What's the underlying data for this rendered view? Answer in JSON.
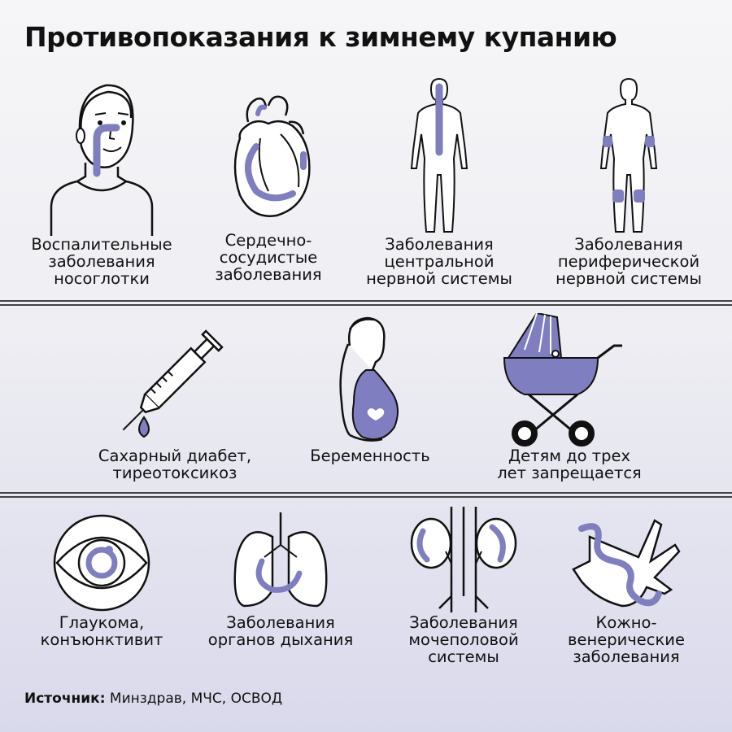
{
  "title": "Противопоказания к зимнему купанию",
  "accent_color": "#7e7ec0",
  "rows": [
    [
      {
        "icon": "face-nasopharynx-icon",
        "label": "Воспалительные\nзаболевания\nносоглотки"
      },
      {
        "icon": "heart-icon",
        "label": "Сердечно-\nсосудистые\nзаболевания"
      },
      {
        "icon": "body-spine-icon",
        "label": "Заболевания\nцентральной\nнервной системы"
      },
      {
        "icon": "body-joints-icon",
        "label": "Заболевания\nпериферической\nнервной системы"
      }
    ],
    [
      {
        "icon": "syringe-icon",
        "label": "Сахарный диабет,\nтиреотоксикоз"
      },
      {
        "icon": "pregnant-woman-icon",
        "label": "Беременность"
      },
      {
        "icon": "baby-stroller-icon",
        "label": "Детям до трех\nлет запрещается"
      }
    ],
    [
      {
        "icon": "eye-icon",
        "label": "Глаукома,\nконъюнктивит"
      },
      {
        "icon": "lungs-icon",
        "label": "Заболевания\nорганов дыхания"
      },
      {
        "icon": "kidneys-icon",
        "label": "Заболевания\nмочеполовой\nсистемы"
      },
      {
        "icon": "hand-icon",
        "label": "Кожно-\nвенерические\nзаболевания"
      }
    ]
  ],
  "source": {
    "prefix": "Источник:",
    "text": " Минздрав, МЧС, ОСВОД"
  }
}
